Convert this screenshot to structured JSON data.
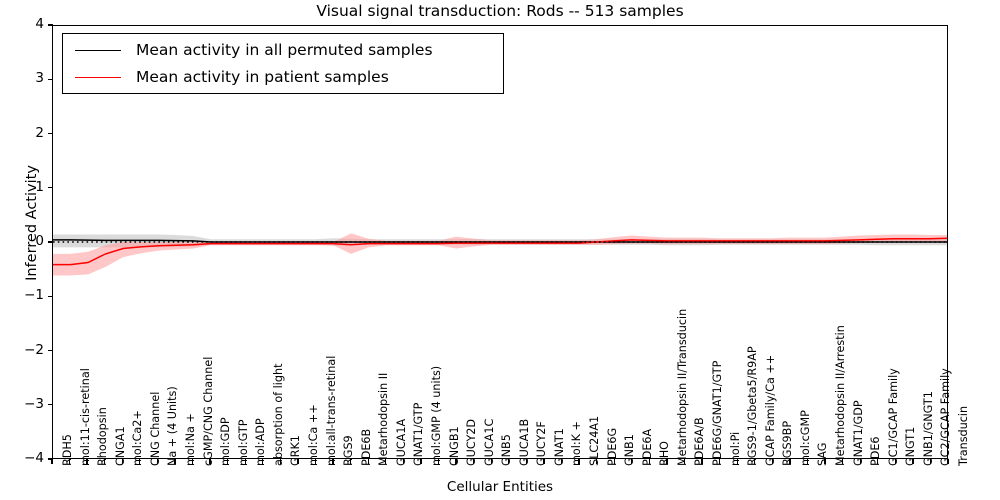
{
  "chart_data": {
    "type": "line",
    "title": "Visual signal transduction: Rods -- 513 samples",
    "xlabel": "Cellular Entities",
    "ylabel": "Inferred Activity",
    "ylim": [
      -4,
      4
    ],
    "yticks": [
      -4,
      -3,
      -2,
      -1,
      0,
      1,
      2,
      3,
      4
    ],
    "ytick_labels": [
      "−4",
      "−3",
      "−2",
      "−1",
      "0",
      "1",
      "2",
      "3",
      "4"
    ],
    "grid": false,
    "legend_position": "upper left",
    "legend": [
      {
        "label": "Mean activity in all permuted samples",
        "color": "#000000"
      },
      {
        "label": "Mean activity in patient samples",
        "color": "#ff0000"
      }
    ],
    "categories": [
      "RDH5",
      "mol:11-cis-retinal",
      "Rhodopsin",
      "CNGA1",
      "mol:Ca2+",
      "CNG Channel",
      "Na + (4 Units)",
      "mol:Na +",
      "cGMP/CNG Channel",
      "mol:GDP",
      "mol:GTP",
      "mol:ADP",
      "absorption of light",
      "GRK1",
      "mol:Ca ++",
      "mol:all-trans-retinal",
      "RGS9",
      "PDE6B",
      "Metarhodopsin II",
      "GUCA1A",
      "GNAT1/GTP",
      "mol:GMP (4 units)",
      "CNGB1",
      "GUCY2D",
      "GUCA1C",
      "GNB5",
      "GUCA1B",
      "GUCY2F",
      "GNAT1",
      "mol:K +",
      "SLC24A1",
      "PDE6G",
      "GNB1",
      "PDE6A",
      "RHO",
      "Metarhodopsin II/Transducin",
      "PDE6A/B",
      "PDE6G/GNAT1/GTP",
      "mol:Pi",
      "RGS9-1/Gbeta5/R9AP",
      "GCAP Family/Ca ++",
      "RGS9BP",
      "mol:cGMP",
      "SAG",
      "Metarhodopsin II/Arrestin",
      "GNAT1/GDP",
      "PDE6",
      "GC1/GCAP Family",
      "GNGT1",
      "GNB1/GNGT1",
      "GC2/GCAP Family",
      "Transducin"
    ],
    "series": [
      {
        "name": "Mean activity in all permuted samples",
        "color": "#000000",
        "band_color": "#b0b0b0",
        "values": [
          0.04,
          0.04,
          0.035,
          0.03,
          0.03,
          0.03,
          0.03,
          0.025,
          0.02,
          0.0,
          0.0,
          0.0,
          0.0,
          0.0,
          0.0,
          0.0,
          0.0,
          0.0,
          0.0,
          0.0,
          0.0,
          0.0,
          0.0,
          0.0,
          0.0,
          0.0,
          0.0,
          0.0,
          0.0,
          0.0,
          0.0,
          0.0,
          0.0,
          0.0,
          0.0,
          0.0,
          0.0,
          0.0,
          0.0,
          0.0,
          0.0,
          0.0,
          0.0,
          0.0,
          0.0,
          0.0,
          0.0,
          0.0,
          0.0,
          0.0,
          0.0,
          0.0
        ],
        "band_lower": [
          -0.1,
          -0.1,
          -0.1,
          -0.1,
          -0.1,
          -0.1,
          -0.1,
          -0.09,
          -0.08,
          -0.05,
          -0.05,
          -0.05,
          -0.05,
          -0.05,
          -0.05,
          -0.05,
          -0.07,
          -0.06,
          -0.05,
          -0.05,
          -0.05,
          -0.05,
          -0.05,
          -0.05,
          -0.06,
          -0.05,
          -0.05,
          -0.05,
          -0.05,
          -0.05,
          -0.05,
          -0.05,
          -0.05,
          -0.05,
          -0.05,
          -0.06,
          -0.06,
          -0.06,
          -0.05,
          -0.05,
          -0.05,
          -0.05,
          -0.05,
          -0.05,
          -0.05,
          -0.05,
          -0.05,
          -0.06,
          -0.06,
          -0.06,
          -0.06,
          -0.06
        ],
        "band_upper": [
          0.14,
          0.14,
          0.14,
          0.14,
          0.14,
          0.14,
          0.14,
          0.13,
          0.11,
          0.05,
          0.05,
          0.05,
          0.05,
          0.05,
          0.05,
          0.05,
          0.07,
          0.06,
          0.05,
          0.05,
          0.05,
          0.05,
          0.05,
          0.05,
          0.06,
          0.05,
          0.05,
          0.05,
          0.05,
          0.05,
          0.05,
          0.05,
          0.05,
          0.05,
          0.05,
          0.06,
          0.06,
          0.06,
          0.05,
          0.05,
          0.05,
          0.05,
          0.05,
          0.05,
          0.05,
          0.05,
          0.05,
          0.06,
          0.06,
          0.06,
          0.06,
          0.06
        ]
      },
      {
        "name": "Mean activity in patient samples",
        "color": "#ff0000",
        "band_color": "#ff9999",
        "values": [
          -0.42,
          -0.42,
          -0.38,
          -0.22,
          -0.12,
          -0.09,
          -0.07,
          -0.06,
          -0.05,
          -0.03,
          -0.03,
          -0.03,
          -0.03,
          -0.03,
          -0.03,
          -0.03,
          -0.03,
          -0.05,
          -0.03,
          -0.03,
          -0.03,
          -0.03,
          -0.03,
          -0.02,
          -0.02,
          -0.02,
          -0.02,
          -0.02,
          -0.02,
          -0.02,
          -0.02,
          0.0,
          0.02,
          0.04,
          0.03,
          0.02,
          0.02,
          0.02,
          0.02,
          0.02,
          0.02,
          0.02,
          0.02,
          0.02,
          0.02,
          0.03,
          0.04,
          0.05,
          0.06,
          0.06,
          0.06,
          0.07
        ],
        "band_lower": [
          -0.62,
          -0.62,
          -0.6,
          -0.46,
          -0.28,
          -0.21,
          -0.16,
          -0.14,
          -0.12,
          -0.06,
          -0.06,
          -0.06,
          -0.06,
          -0.06,
          -0.06,
          -0.06,
          -0.06,
          -0.22,
          -0.1,
          -0.06,
          -0.06,
          -0.06,
          -0.06,
          -0.12,
          -0.08,
          -0.05,
          -0.05,
          -0.05,
          -0.05,
          -0.05,
          -0.05,
          -0.05,
          -0.04,
          -0.03,
          -0.03,
          -0.04,
          -0.04,
          -0.04,
          -0.04,
          -0.04,
          -0.04,
          -0.04,
          -0.04,
          -0.04,
          -0.04,
          -0.03,
          -0.02,
          -0.01,
          -0.01,
          -0.01,
          -0.01,
          -0.01
        ],
        "band_upper": [
          -0.22,
          -0.22,
          -0.18,
          -0.06,
          0.0,
          0.0,
          0.0,
          0.0,
          0.0,
          0.0,
          0.0,
          0.0,
          0.0,
          0.0,
          0.0,
          0.0,
          0.0,
          0.16,
          0.06,
          0.02,
          0.02,
          0.02,
          0.02,
          0.1,
          0.06,
          0.03,
          0.03,
          0.03,
          0.03,
          0.03,
          0.03,
          0.05,
          0.09,
          0.12,
          0.1,
          0.08,
          0.08,
          0.08,
          0.07,
          0.07,
          0.07,
          0.07,
          0.08,
          0.08,
          0.08,
          0.1,
          0.12,
          0.13,
          0.14,
          0.14,
          0.13,
          0.13
        ],
        "style": "solid"
      }
    ],
    "overlay_dotted_zero_line": {
      "color": "#000000",
      "style": "dotted",
      "value": 0.0
    }
  }
}
